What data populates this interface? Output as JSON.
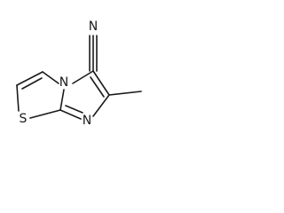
{
  "molecule": {
    "atoms": {
      "nitrile_n": "N",
      "bridge_n": "N",
      "ring_n": "N",
      "sulfur": "S"
    }
  },
  "colors": {
    "ink": "#1a1a1a",
    "background": "#ffffff"
  }
}
